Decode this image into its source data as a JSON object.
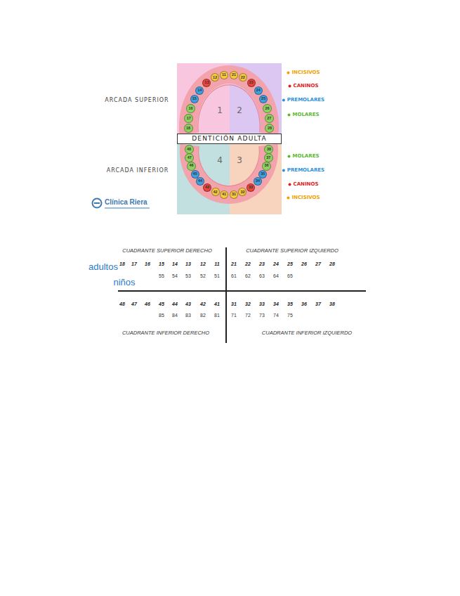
{
  "diagram": {
    "nodes": [
      {
        "text": [
          "1"
        ]
      },
      {
        "text": [
          "2"
        ]
      },
      {
        "text": [
          "DENTICIÓN ADULTA"
        ]
      },
      {
        "text": [
          "4"
        ]
      },
      {
        "text": [
          "3"
        ]
      },
      {
        "text": [
          "18"
        ],
        "in": 0
      },
      {
        "text": [
          "17"
        ],
        "in": 0
      },
      {
        "text": [
          "16"
        ],
        "in": 0
      },
      {
        "text": [
          "15"
        ],
        "in": 0
      },
      {
        "text": [
          "14"
        ],
        "in": 0
      },
      {
        "text": [
          "13"
        ],
        "in": 0
      },
      {
        "text": [
          "12"
        ],
        "in": 0
      },
      {
        "text": [
          "11"
        ],
        "in": 0
      },
      {
        "text": [
          "21"
        ],
        "in": 1
      },
      {
        "text": [
          "22"
        ],
        "in": 1
      },
      {
        "text": [
          "23"
        ],
        "in": 1
      },
      {
        "text": [
          "24"
        ],
        "in": 1
      },
      {
        "text": [
          "25"
        ],
        "in": 1
      },
      {
        "text": [
          "26"
        ],
        "in": 1
      },
      {
        "text": [
          "27"
        ],
        "in": 1
      },
      {
        "text": [
          "28"
        ],
        "in": 1
      },
      {
        "text": [
          "48"
        ],
        "in": 3
      },
      {
        "text": [
          "47"
        ],
        "in": 3
      },
      {
        "text": [
          "46"
        ],
        "in": 3
      },
      {
        "text": [
          "45"
        ],
        "in": 3
      },
      {
        "text": [
          "44"
        ],
        "in": 3
      },
      {
        "text": [
          "43"
        ],
        "in": 3
      },
      {
        "text": [
          "42"
        ],
        "in": 3
      },
      {
        "text": [
          "41"
        ],
        "in": 3
      },
      {
        "text": [
          "31"
        ],
        "in": 4
      },
      {
        "text": [
          "32"
        ],
        "in": 4
      },
      {
        "text": [
          "33"
        ],
        "in": 4
      },
      {
        "text": [
          "34"
        ],
        "in": 4
      },
      {
        "text": [
          "35"
        ],
        "in": 4
      },
      {
        "text": [
          "36"
        ],
        "in": 4
      },
      {
        "text": [
          "37"
        ],
        "in": 4
      },
      {
        "text": [
          "38"
        ],
        "in": 4
      }
    ],
    "labels": [
      "ARCADA SUPERIOR",
      "ARCADA INFERIOR",
      "Clínica Riera",
      "CUADRANTE SUPERIOR DERECHO",
      "CUADRANTE SUPERIOR IZQUIERDO",
      "adultos",
      "niños",
      "18",
      "17",
      "16",
      "15",
      "14",
      "13",
      "12",
      "11",
      "21",
      "22",
      "23",
      "24",
      "25",
      "26",
      "27",
      "28",
      "55",
      "54",
      "53",
      "52",
      "51",
      "61",
      "62",
      "63",
      "64",
      "65",
      "48",
      "47",
      "46",
      "45",
      "44",
      "43",
      "42",
      "41",
      "31",
      "32",
      "33",
      "34",
      "35",
      "36",
      "37",
      "38",
      "85",
      "84",
      "83",
      "82",
      "81",
      "71",
      "72",
      "73",
      "74",
      "75",
      "CUADRANTE INFERIOR DERECHO",
      "CUADRANTE INFERIOR IZQUIERDO"
    ],
    "legend": [
      {
        "text": "INCISIVOS",
        "color": "#f2a000"
      },
      {
        "text": "CANINOS",
        "color": "#e02020"
      },
      {
        "text": "PREMOLARES",
        "color": "#2d8fe0"
      },
      {
        "text": "MOLARES",
        "color": "#5cb82e"
      },
      {
        "text": "MOLARES",
        "color": "#5cb82e"
      },
      {
        "text": "PREMOLARES",
        "color": "#2d8fe0"
      },
      {
        "text": "CANINOS",
        "color": "#e02020"
      },
      {
        "text": "INCISIVOS",
        "color": "#f2a000"
      }
    ]
  }
}
